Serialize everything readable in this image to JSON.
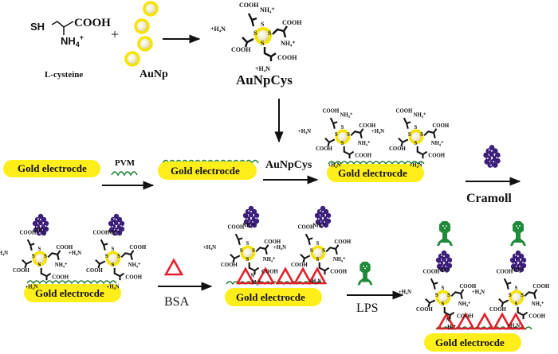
{
  "title": "Biosensor fabrication scheme: AuNpCys / PVM / Cramoll / BSA / LPS on gold electrode",
  "colors": {
    "electrode": "#ffee1a",
    "nanoparticle_ring": "#f5e400",
    "nanoparticle_core": "#f4efd8",
    "pvm_wave": "#1a7a2e",
    "cramoll": "#3b1f7a",
    "bsa": "#e0202a",
    "lps": "#1f8a3a",
    "arrow": "#111111"
  },
  "reactants": {
    "cysteine_formula_sh": "SH",
    "cysteine_formula_cooh": "COOH",
    "cysteine_formula_nh4": "NH4+",
    "plus": "+",
    "cysteine_label": "L-cysteine",
    "aunp_label": "AuNp",
    "product_label": "AuNpCys"
  },
  "chem_labels": {
    "cooh": "COOH",
    "nh4": "NH₄⁺",
    "h4n": "+H₄N",
    "s": "S",
    "h2": "H₂⁺",
    "n": "N"
  },
  "steps": {
    "electrode_label": "Gold electrocde",
    "pvm_label": "PVM",
    "aunpcys_label": "AuNpCys",
    "cramoll_label": "Cramoll",
    "bsa_label": "BSA",
    "lps_label": "LPS"
  }
}
